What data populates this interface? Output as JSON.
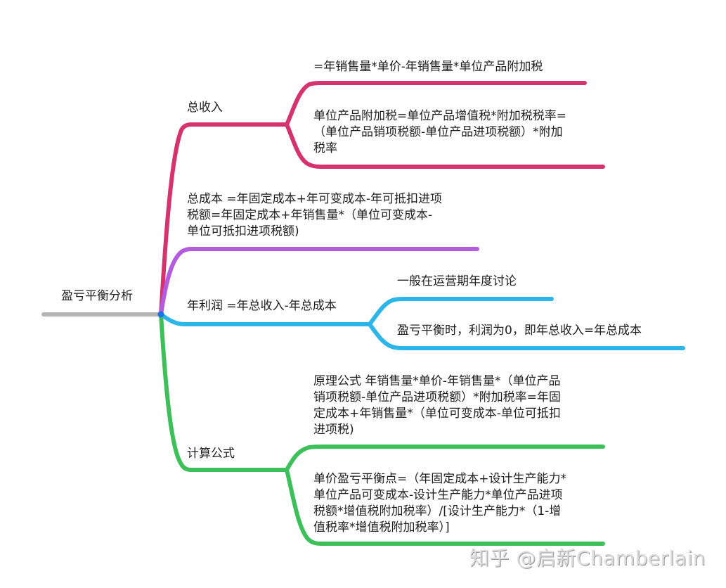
{
  "root": {
    "label": "盈亏平衡分析",
    "color": "#b4b4b4",
    "node_color": "#1a73e8"
  },
  "branches": [
    {
      "id": "total-income",
      "label": "总收入",
      "color": "#d6336c",
      "children": [
        {
          "label": "=年销售量*单价-年销售量*单位产品附加税"
        },
        {
          "label": "单位产品附加税=单位产品增值税*附加税税率=\n（单位产品销项税额-单位产品进项税额）*附加\n税率"
        }
      ]
    },
    {
      "id": "total-cost",
      "label": "总成本 =年固定成本+年可变成本-年可抵扣进项\n税额=年固定成本+年销售量*（单位可变成本-\n单位可抵扣进项税额)",
      "color": "#b55be0",
      "children": []
    },
    {
      "id": "annual-profit",
      "label": "年利润 =年总收入-年总成本",
      "color": "#2cb5e8",
      "children": [
        {
          "label": "一般在运营期年度讨论"
        },
        {
          "label": "盈亏平衡时，利润为0，即年总收入=年总成本"
        }
      ]
    },
    {
      "id": "formula",
      "label": "计算公式",
      "color": "#3dbf5a",
      "children": [
        {
          "label": "原理公式 年销售量*单价-年销售量*（单位产品\n销项税额-单位产品进项税额）*附加税率=年固\n定成本+年销售量*（单位可变成本-单位可抵扣\n进项税)"
        },
        {
          "label": "单价盈亏平衡点=（年固定成本+设计生产能力*\n单位产品可变成本-设计生产能力*单位产品进项\n税额*增值税附加税率）/[设计生产能力*（1-增\n值税率*增值税附加税率）]"
        }
      ]
    }
  ],
  "watermark": "知乎 @启新Chamberlain"
}
